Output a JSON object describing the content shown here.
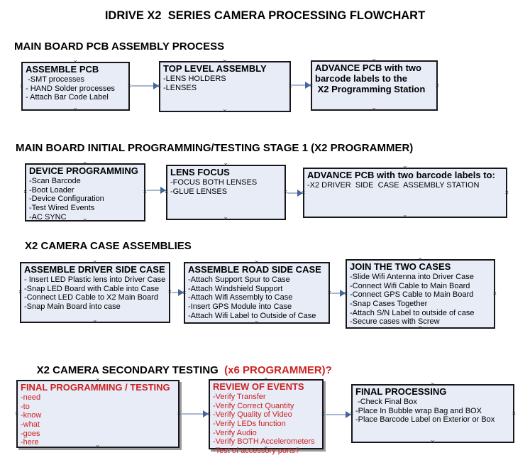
{
  "title": "IDRIVE X2  SERIES CAMERA PROCESSING FLOWCHART",
  "icons": {
    "connection_handle": "×",
    "arrow_right": "triangle-right"
  },
  "colors": {
    "box_fill": "#e7ecf6",
    "box_border": "#17171b",
    "red_text": "#cc2222",
    "connector_line": "#a6b8d0",
    "connector_arrow": "#44669c"
  },
  "sections": [
    {
      "heading": "MAIN BOARD PCB ASSEMBLY PROCESS",
      "boxes": [
        {
          "title": "ASSEMBLE PCB",
          "lines": [
            " -SMT processes",
            "- HAND Solder processes",
            "- Attach Bar Code Label"
          ]
        },
        {
          "title": "TOP LEVEL ASSEMBLY",
          "lines": [
            "-LENS HOLDERS",
            "-LENSES"
          ]
        },
        {
          "title": [
            "ADVANCE PCB with two",
            "barcode labels to the",
            " X2 Programming Station"
          ],
          "lines": []
        }
      ]
    },
    {
      "heading": "MAIN BOARD INITIAL PROGRAMMING/TESTING STAGE 1 (X2 PROGRAMMER)",
      "boxes": [
        {
          "title": "DEVICE PROGRAMMING",
          "lines": [
            "-Scan Barcode",
            "-Boot Loader",
            "-Device Configuration",
            "-Test Wired Events",
            "-AC SYNC"
          ]
        },
        {
          "title": "LENS FOCUS",
          "lines": [
            "-FOCUS BOTH LENSES",
            "-GLUE LENSES"
          ]
        },
        {
          "title": "ADVANCE PCB with two barcode labels to:",
          "lines": [
            "-X2 DRIVER  SIDE  CASE  ASSEMBLY STATION"
          ]
        }
      ]
    },
    {
      "heading": "X2 CAMERA CASE ASSEMBLIES",
      "boxes": [
        {
          "title": "ASSEMBLE DRIVER SIDE CASE",
          "lines": [
            "- Insert LED Plastic lens into Driver Case",
            "-Snap LED Board with Cable into Case",
            "-Connect LED Cable to X2 Main Board",
            "-Snap Main Board into case"
          ]
        },
        {
          "title": "ASSEMBLE ROAD SIDE CASE",
          "lines": [
            "-Attach Support Spur to Case",
            "-Attach Windshield Support",
            "-Attach Wifi Assembly to Case",
            "-Insert GPS Module into Case",
            "-Attach Wifi Label to Outside of Case"
          ]
        },
        {
          "title": "JOIN THE TWO CASES",
          "lines": [
            "-Slide Wifi Antenna into Driver Case",
            "-Connect Wifi Cable to Main Board",
            "-Connect GPS Cable to Main Board",
            "-Snap Cases Together",
            "-Attach S/N Label to outside of case",
            "-Secure cases with Screw"
          ]
        }
      ]
    },
    {
      "heading": "X2 CAMERA SECONDARY TESTING ",
      "heading_red": " (x6 PROGRAMMER)?",
      "boxes": [
        {
          "title": "FINAL PROGRAMMING / TESTING",
          "lines": [
            "-need",
            "-to",
            "-know",
            "-what",
            "-goes",
            "-here"
          ]
        },
        {
          "title": "REVIEW OF EVENTS",
          "lines": [
            "-Verify Transfer",
            "-Verify Correct Quantity",
            "-Verify Quality of Video",
            "-Verify LEDs function",
            "-Verify Audio",
            "-Verify BOTH Accelerometers",
            "-Test of accessory ports?"
          ]
        },
        {
          "title": "FINAL PROCESSING",
          "lines": [
            " -Check Final Box",
            "-Place In Bubble wrap Bag and BOX",
            "-Place Barcode Label on Exterior or Box"
          ]
        }
      ]
    }
  ]
}
